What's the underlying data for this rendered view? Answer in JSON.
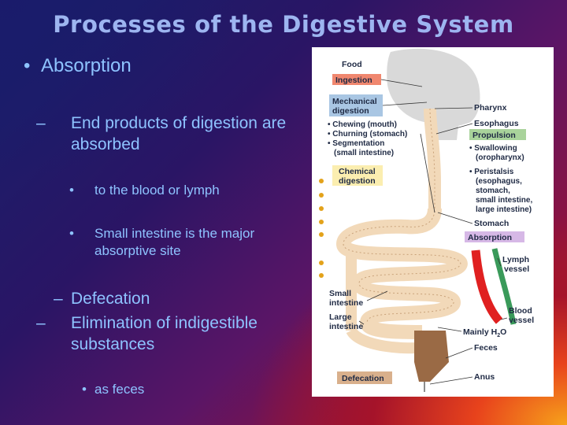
{
  "slide": {
    "title": "Processes of the Digestive System",
    "bullet_absorption": "Absorption",
    "dash_end_products": "End products of digestion are absorbed",
    "sub_blood_lymph": "to the blood or lymph",
    "sub_small_intestine": "Small intestine is the major absorptive site",
    "dash_defecation": "Defecation",
    "dash_elimination": "Elimination of indigestible substances",
    "sub_feces": "as feces",
    "bullet_marker": "•",
    "dash_marker": "–"
  },
  "figure": {
    "food": "Food",
    "ingestion": "Ingestion",
    "mechanical_1": "Mechanical",
    "mechanical_2": "digestion",
    "chewing": "• Chewing (mouth)",
    "churning": "• Churning (stomach)",
    "segmentation": "• Segmentation",
    "small_intestine_paren": "(small intestine)",
    "chemical_1": "Chemical",
    "chemical_2": "digestion",
    "pharynx": "Pharynx",
    "esophagus": "Esophagus",
    "propulsion": "Propulsion",
    "swallowing": "• Swallowing",
    "oropharynx": "(oropharynx)",
    "peristalsis": "• Peristalsis",
    "peri_1": "(esophagus,",
    "peri_2": "stomach,",
    "peri_3": "small intestine,",
    "peri_4": "large intestine)",
    "stomach": "Stomach",
    "absorption": "Absorption",
    "lymph_1": "Lymph",
    "lymph_2": "vessel",
    "small_1": "Small",
    "small_2": "intestine",
    "large_1": "Large",
    "large_2": "intestine",
    "blood_1": "Blood",
    "blood_2": "vessel",
    "mainly": "Mainly H",
    "mainly_sub": "2",
    "mainly_end": "O",
    "feces": "Feces",
    "defecation": "Defecation",
    "anus": "Anus",
    "colors": {
      "ingestion_box": "#f0876f",
      "mechanical_box": "#a9c6e3",
      "chemical_box": "#fbeeb0",
      "propulsion_box": "#a9d39b",
      "absorption_box": "#d6b8e6",
      "defecation_box": "#d9b08c",
      "tract": "#f2d9b9",
      "blood": "#e02020",
      "lymph": "#3a9a5a"
    }
  }
}
